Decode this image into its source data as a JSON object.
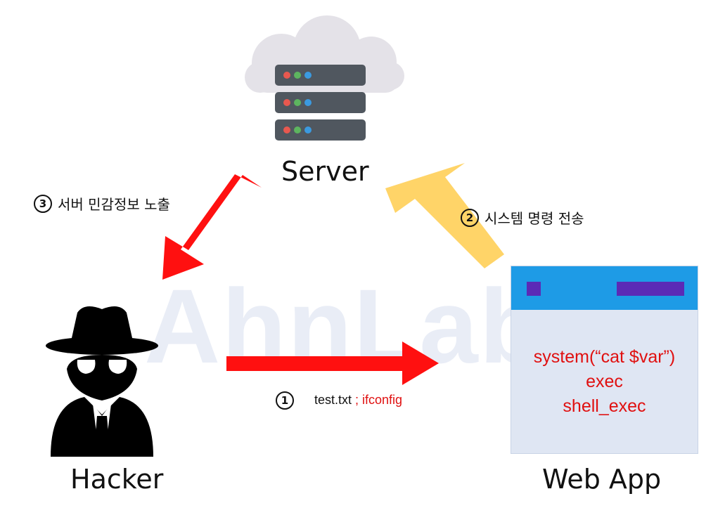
{
  "watermark": "AhnLab",
  "nodes": {
    "server": "Server",
    "hacker": "Hacker",
    "webapp": "Web App"
  },
  "steps": [
    {
      "num": "1",
      "payload_plain": "test.txt",
      "payload_injected": " ; ifconfig"
    },
    {
      "num": "2",
      "label": "시스템 명령 전송"
    },
    {
      "num": "3",
      "label": "서버 민감정보 노출"
    }
  ],
  "webapp_code": [
    "system(“cat $var”)",
    "exec",
    "shell_exec"
  ],
  "colors": {
    "arrow_red": "#ff1010",
    "arrow_yellow": "#ffd468",
    "webapp_header": "#1e9be6",
    "webapp_body": "#dfe6f3",
    "webapp_buttons": "#5b2ab6",
    "code_text": "#e01010"
  },
  "icons": [
    "cloud-server-icon",
    "hacker-spy-icon"
  ]
}
